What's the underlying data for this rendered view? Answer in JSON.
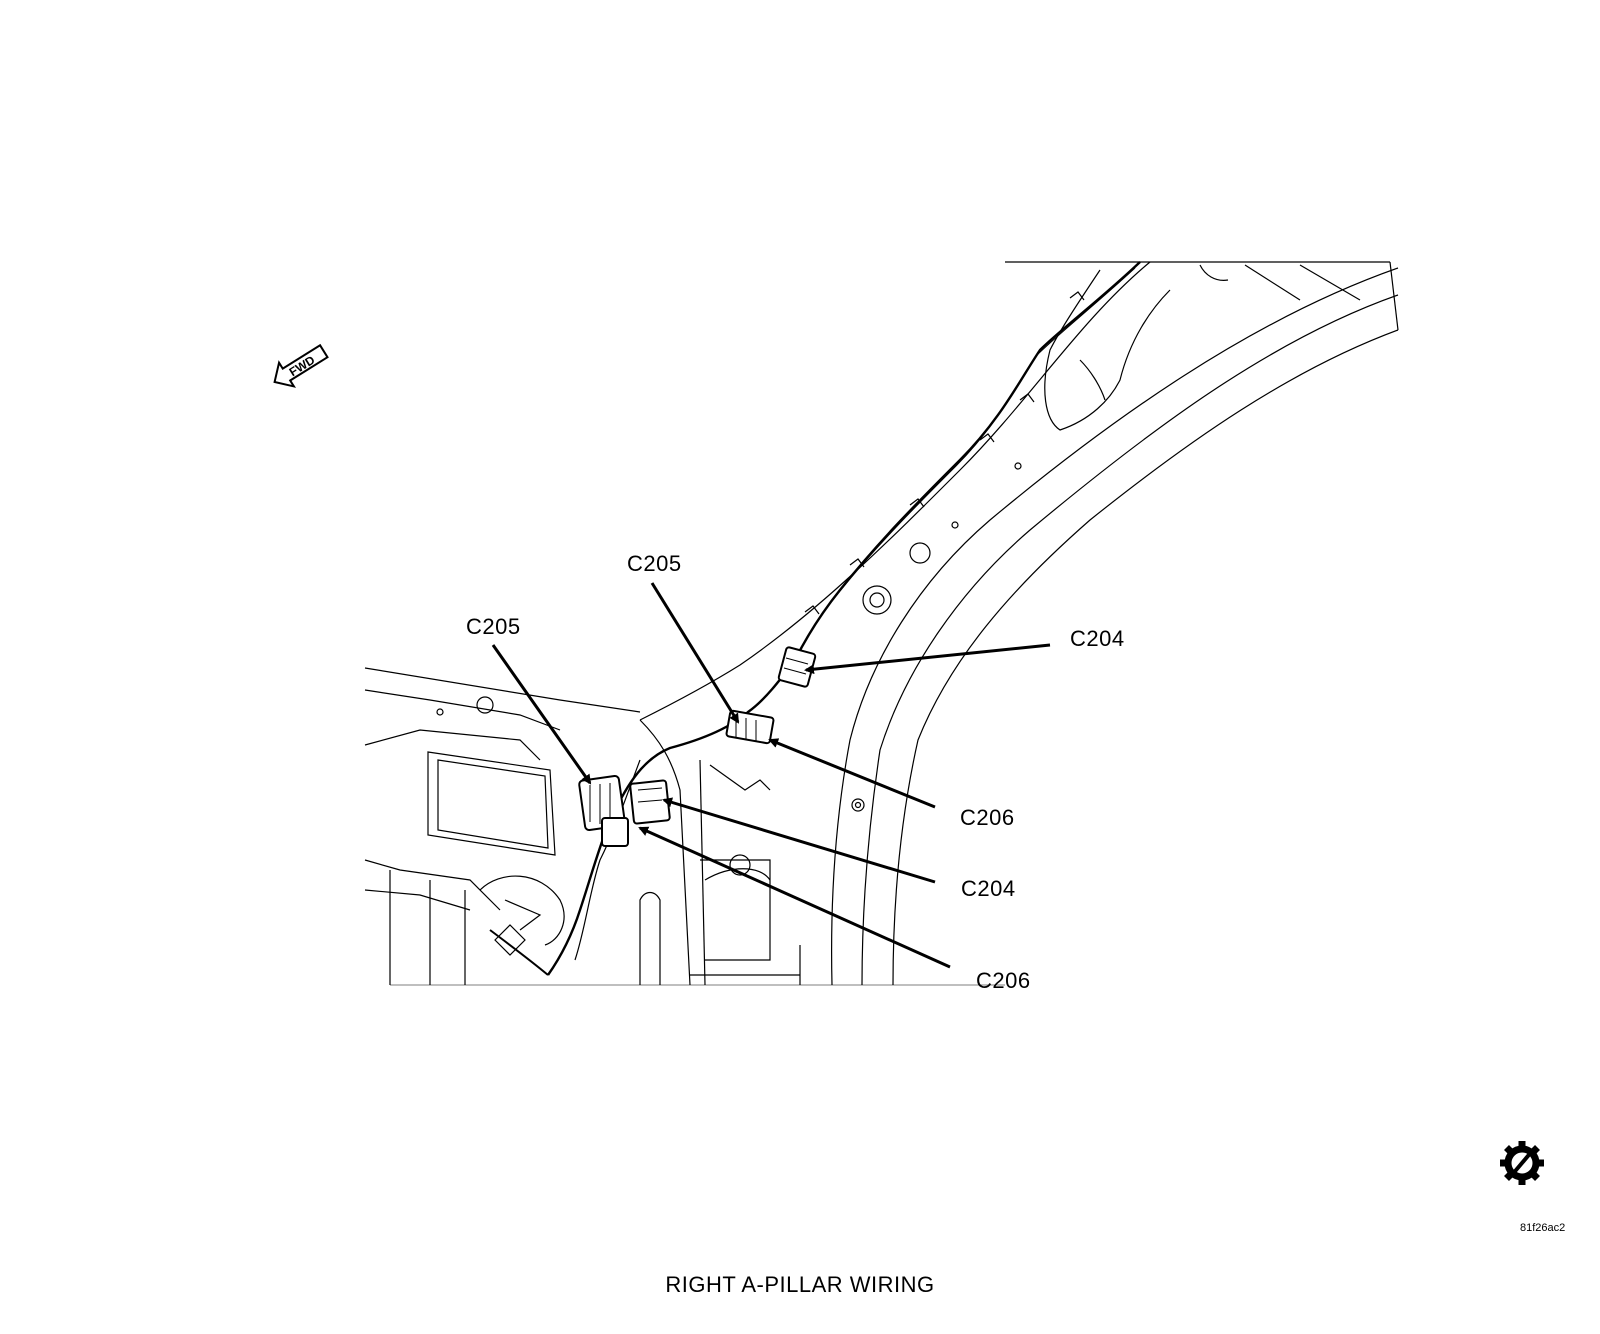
{
  "diagram": {
    "caption": "RIGHT A-PILLAR WIRING",
    "figure_id": "81f26ac2",
    "direction_marker": "FWD",
    "callouts": {
      "c205_upper": "C205",
      "c205_lower": "C205",
      "c204_upper": "C204",
      "c206_upper": "C206",
      "c204_lower": "C204",
      "c206_lower": "C206"
    },
    "icons": {
      "gear": "gear-slash-icon"
    }
  }
}
